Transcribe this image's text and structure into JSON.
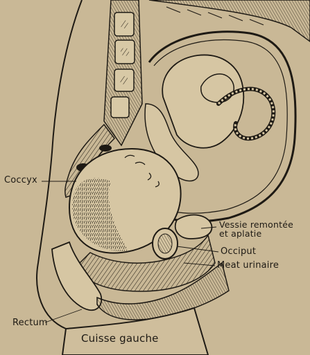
{
  "figure": {
    "background": "#c9b896",
    "ink": "#1e1a14",
    "labels": {
      "coccyx": "Coccyx",
      "vessie_line1": "Vessie remontée",
      "vessie_line2": "et aplatie",
      "occiput": "Occiput",
      "meat": "Meat urinaire",
      "rectum": "Rectum",
      "cuisse": "Cuisse gauche"
    }
  }
}
